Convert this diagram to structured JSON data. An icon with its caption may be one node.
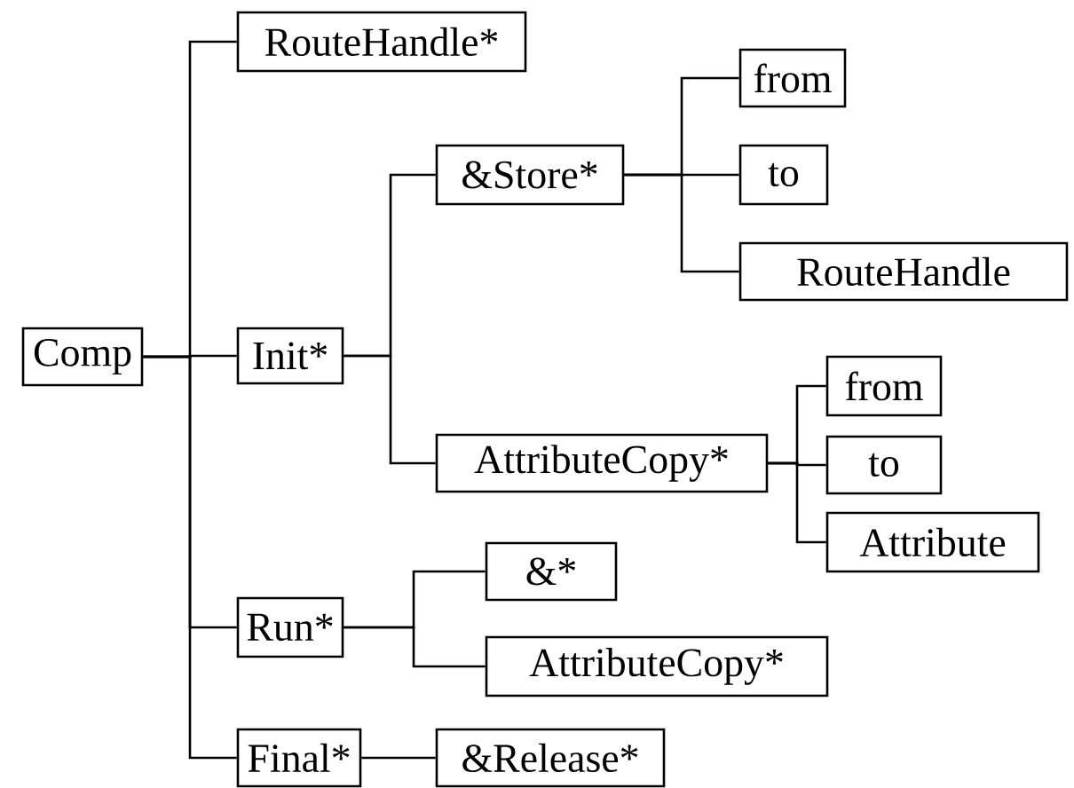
{
  "diagram": {
    "nodes": [
      {
        "text": [
          "Comp"
        ]
      },
      {
        "text": [
          "RouteHandle*"
        ]
      },
      {
        "text": [
          "Init*"
        ]
      },
      {
        "text": [
          "&Store*"
        ]
      },
      {
        "text": [
          "from"
        ]
      },
      {
        "text": [
          "to"
        ]
      },
      {
        "text": [
          "RouteHandle"
        ]
      },
      {
        "text": [
          "AttributeCopy*"
        ]
      },
      {
        "text": [
          "from"
        ]
      },
      {
        "text": [
          "to"
        ]
      },
      {
        "text": [
          "Attribute"
        ]
      },
      {
        "text": [
          "Run*"
        ]
      },
      {
        "text": [
          "&*"
        ]
      },
      {
        "text": [
          "AttributeCopy*"
        ]
      },
      {
        "text": [
          "Final*"
        ]
      },
      {
        "text": [
          "&Release*"
        ]
      }
    ],
    "edges": [
      {
        "from": 0,
        "to": 1,
        "arrow": "none"
      },
      {
        "from": 0,
        "to": 2,
        "arrow": "none"
      },
      {
        "from": 0,
        "to": 11,
        "arrow": "none"
      },
      {
        "from": 0,
        "to": 14,
        "arrow": "none"
      },
      {
        "from": 2,
        "to": 3,
        "arrow": "none"
      },
      {
        "from": 2,
        "to": 7,
        "arrow": "none"
      },
      {
        "from": 3,
        "to": 4,
        "arrow": "none"
      },
      {
        "from": 3,
        "to": 5,
        "arrow": "none"
      },
      {
        "from": 3,
        "to": 6,
        "arrow": "none"
      },
      {
        "from": 7,
        "to": 8,
        "arrow": "none"
      },
      {
        "from": 7,
        "to": 9,
        "arrow": "none"
      },
      {
        "from": 7,
        "to": 10,
        "arrow": "none"
      },
      {
        "from": 11,
        "to": 12,
        "arrow": "none"
      },
      {
        "from": 11,
        "to": 13,
        "arrow": "none"
      },
      {
        "from": 14,
        "to": 15,
        "arrow": "none"
      }
    ]
  }
}
